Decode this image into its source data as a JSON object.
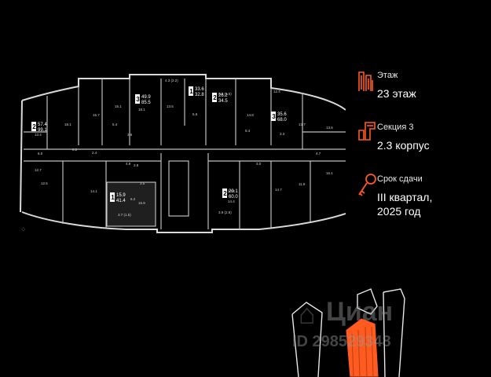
{
  "info": {
    "floor": {
      "label": "Этаж",
      "value": "23 этаж",
      "icon": "floors-icon"
    },
    "section": {
      "label": "Секция 3",
      "value": "2.3 корпус",
      "icon": "section-icon"
    },
    "deadline": {
      "label": "Срок сдачи",
      "value_line1": "III квартал,",
      "value_line2": "2025 год",
      "icon": "key-icon"
    }
  },
  "watermark": {
    "brand": "Циан",
    "id": "ID 298529348"
  },
  "colors": {
    "accent": "#ff5a1f",
    "walls": "#d9d9d9",
    "background": "#000000",
    "selected_flat": "#1f1f1f"
  },
  "plan": {
    "apartments": [
      {
        "rooms": "2",
        "area": "57.4",
        "living": "99.1"
      },
      {
        "rooms": "3",
        "area": "49.9",
        "living": "85.5"
      },
      {
        "rooms": "1",
        "area": "33.6",
        "living": "32.8"
      },
      {
        "rooms": "2",
        "area": "26.2",
        "living": "34.5"
      },
      {
        "rooms": "3",
        "area": "35.6",
        "living": "68.0"
      },
      {
        "rooms": "1",
        "area": "15.9",
        "living": "41.4"
      },
      {
        "rooms": "2",
        "area": "29.1",
        "living": "60.0"
      }
    ],
    "room_labels": [
      "13.4",
      "18.1",
      "16.7",
      "15.1",
      "5.4",
      "18.1",
      "3.6",
      "13.5",
      "4.3 (2.2)",
      "5.6",
      "3.8 (1.5)",
      "14.8",
      "5.4",
      "12.4",
      "3.3",
      "13.7",
      "13.6",
      "8.2",
      "2.4",
      "12.7",
      "12.5",
      "6.0",
      "4.8",
      "14.1",
      "3.8",
      "6.2",
      "3.5",
      "15.9",
      "3.7 (1.5)",
      "10.7",
      "14.4",
      "3.9 (2.8)",
      "3.0",
      "14.7",
      "11.9",
      "16.1",
      "4.7"
    ]
  }
}
